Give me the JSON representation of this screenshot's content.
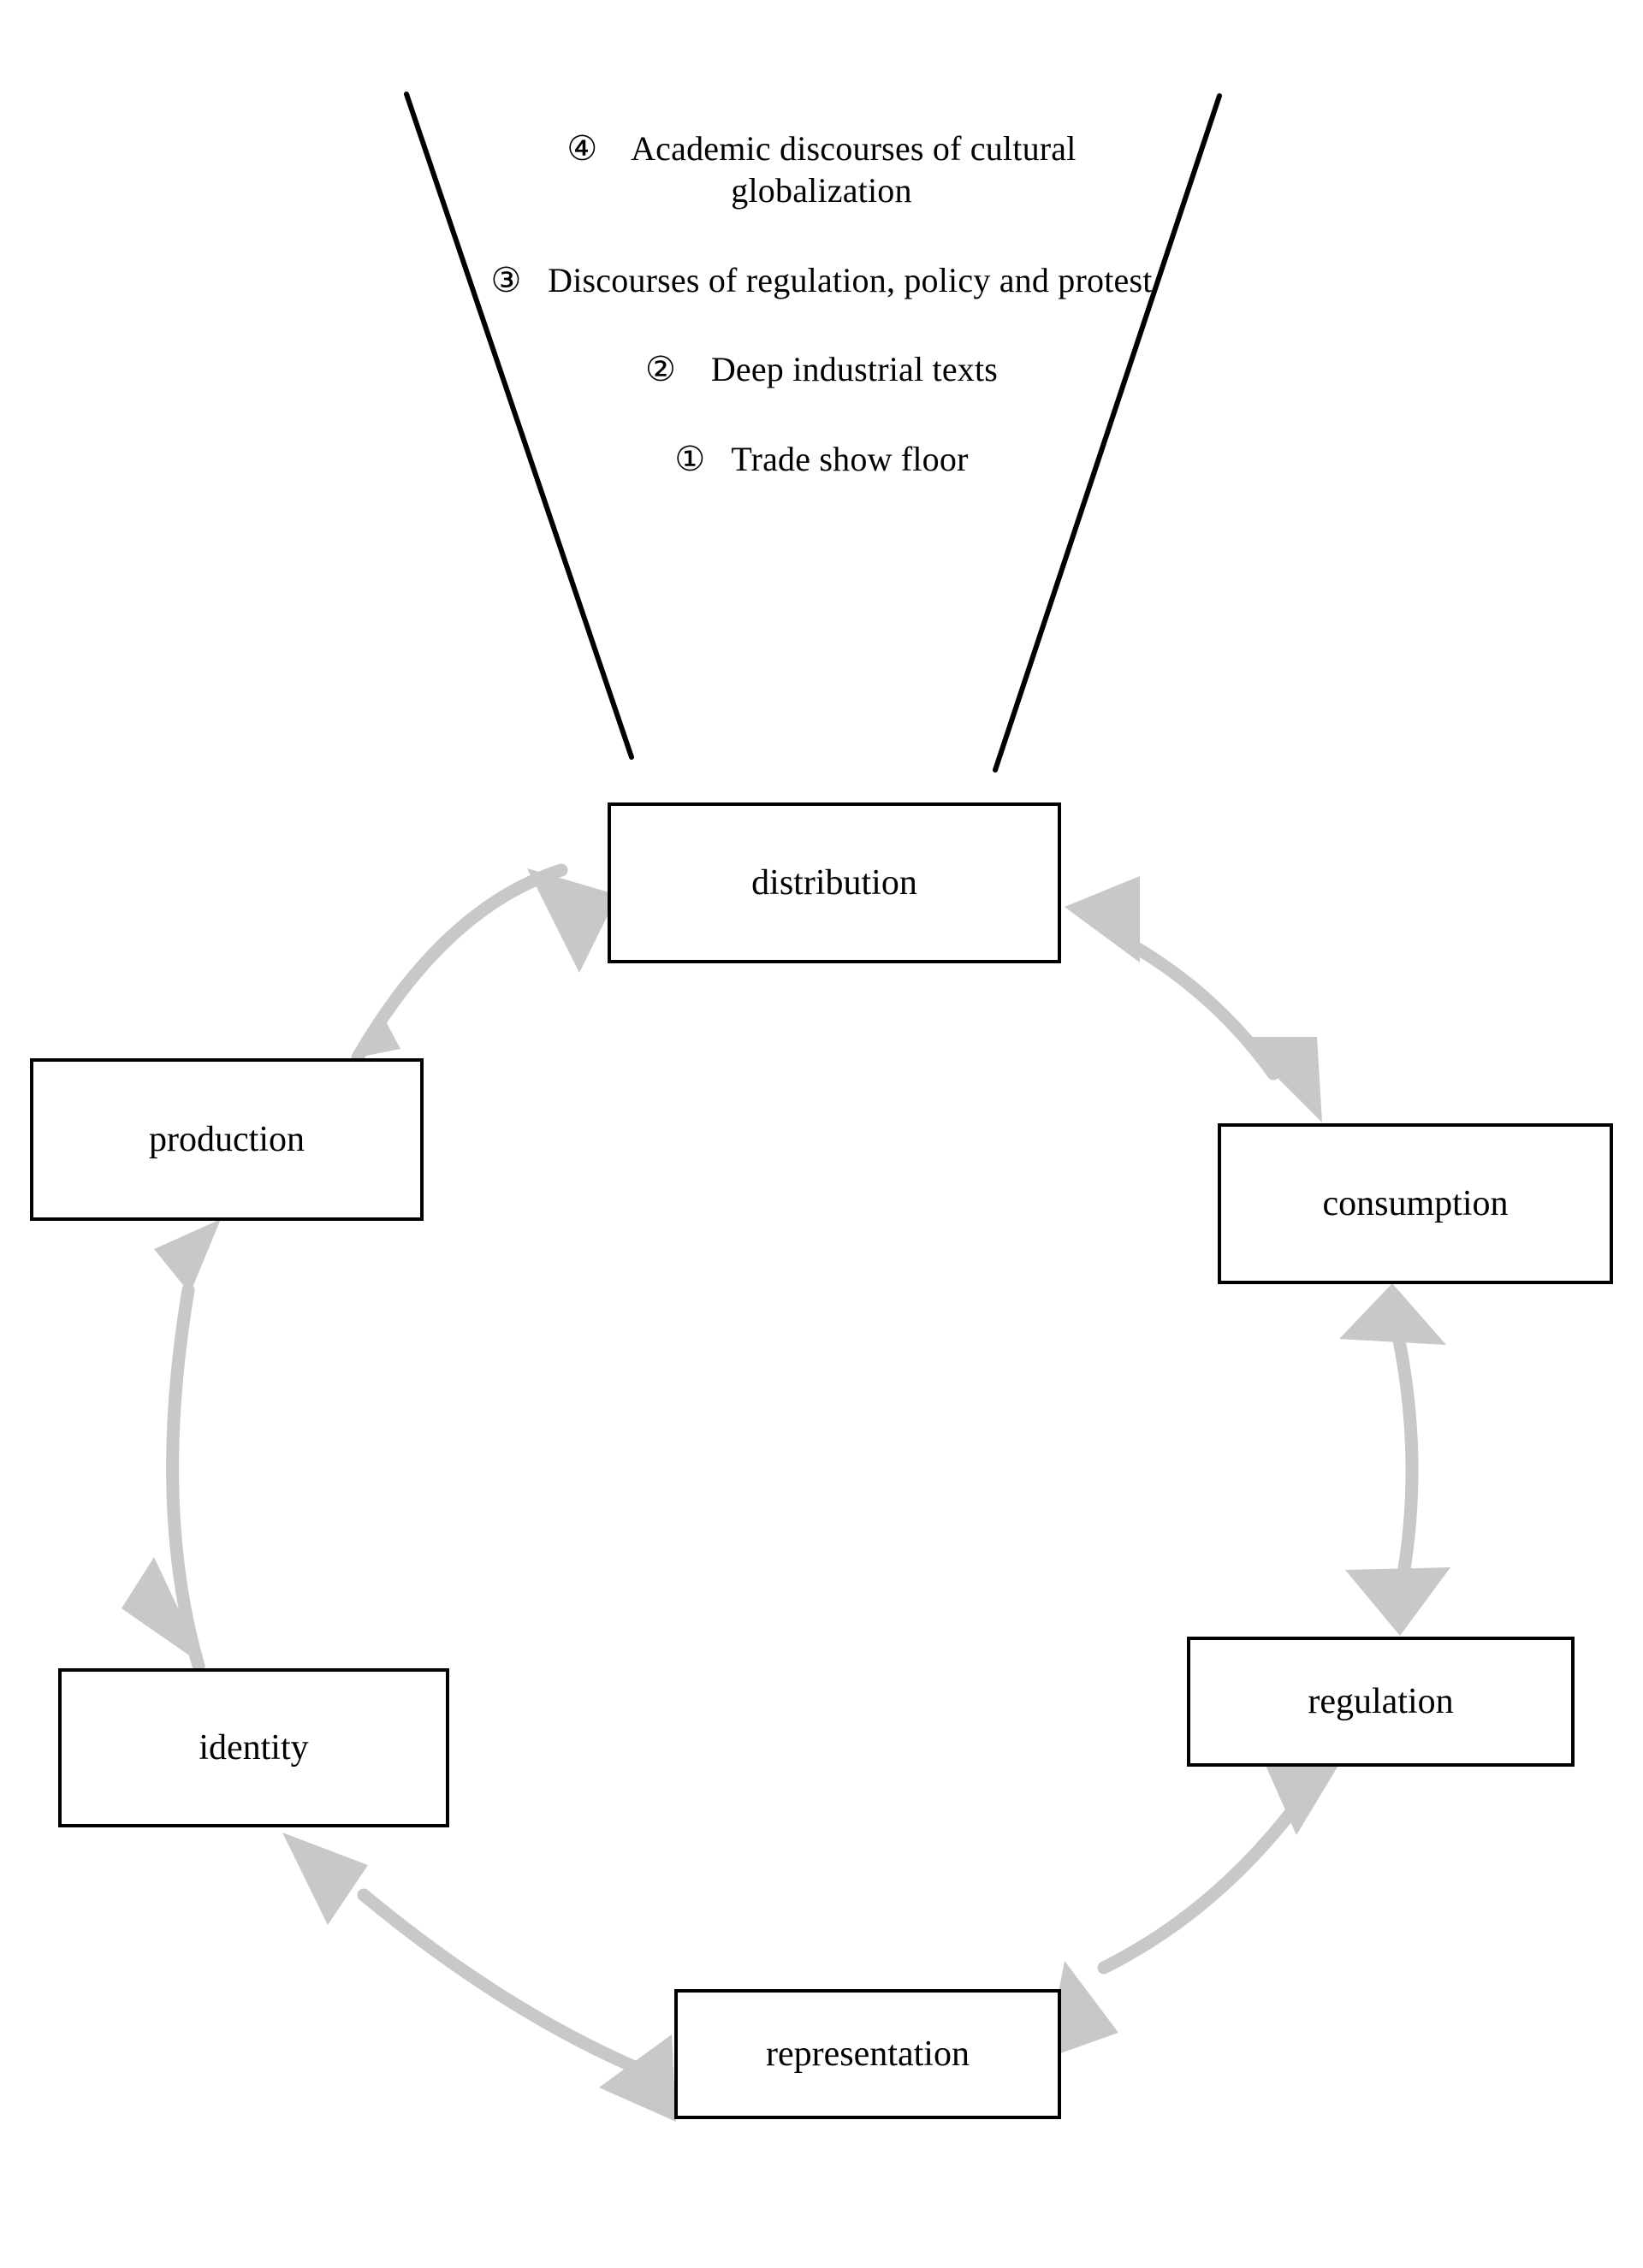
{
  "diagram": {
    "title": "Circuit of culture with nested discourse levels",
    "arrow_color": "#c8c8c8",
    "box_border_color": "#000000",
    "funnel_line_color": "#000000",
    "background": "#ffffff"
  },
  "funnel": {
    "items": [
      {
        "marker": "④",
        "label": "Academic discourses of cultural globalization"
      },
      {
        "marker": "③",
        "label": "Discourses of regulation, policy and protest"
      },
      {
        "marker": "②",
        "label": "Deep industrial texts"
      },
      {
        "marker": "①",
        "label": "Trade show floor"
      }
    ]
  },
  "cycle": {
    "nodes": [
      {
        "id": "distribution",
        "label": "distribution"
      },
      {
        "id": "consumption",
        "label": "consumption"
      },
      {
        "id": "regulation",
        "label": "regulation"
      },
      {
        "id": "representation",
        "label": "representation"
      },
      {
        "id": "identity",
        "label": "identity"
      },
      {
        "id": "production",
        "label": "production"
      }
    ],
    "connections": [
      {
        "from": "production",
        "to": "distribution",
        "style": "double-headed-curved-arrow"
      },
      {
        "from": "distribution",
        "to": "consumption",
        "style": "double-headed-curved-arrow"
      },
      {
        "from": "consumption",
        "to": "regulation",
        "style": "double-headed-curved-arrow"
      },
      {
        "from": "regulation",
        "to": "representation",
        "style": "double-headed-curved-arrow"
      },
      {
        "from": "representation",
        "to": "identity",
        "style": "double-headed-curved-arrow"
      },
      {
        "from": "identity",
        "to": "production",
        "style": "double-headed-curved-arrow"
      }
    ]
  }
}
